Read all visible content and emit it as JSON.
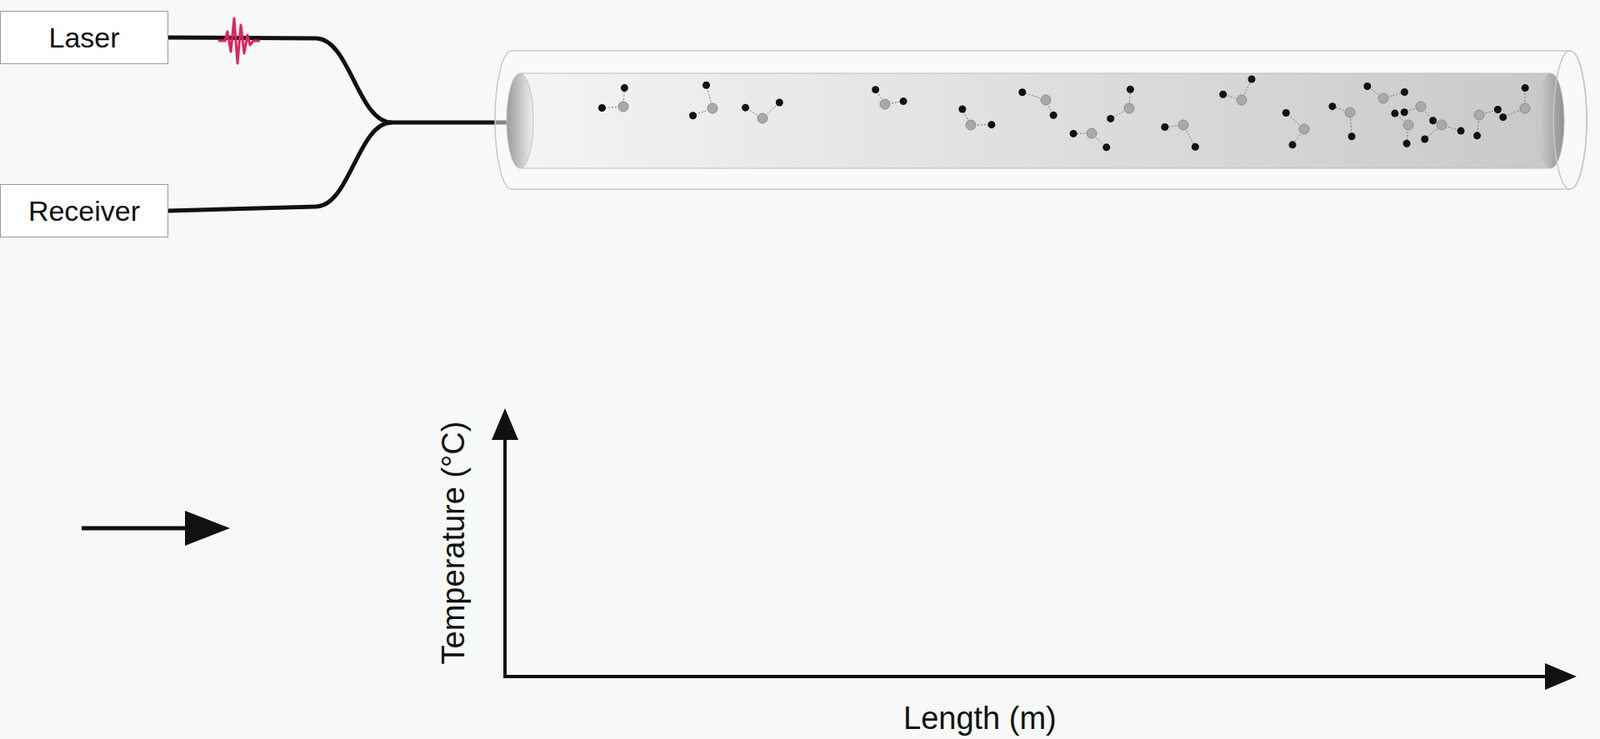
{
  "diagram": {
    "nodes": [
      {
        "text": [
          "Laser"
        ]
      },
      {
        "text": [
          "Receiver"
        ]
      }
    ],
    "labels": [
      "Temperature (°C)",
      "Length (m)"
    ]
  }
}
